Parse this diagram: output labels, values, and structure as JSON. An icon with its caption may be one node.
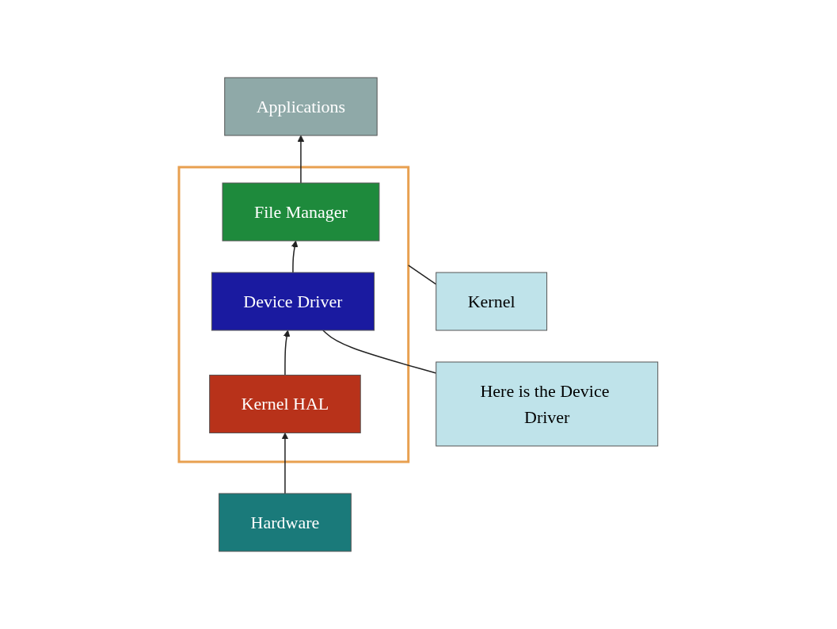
{
  "diagram": {
    "nodes": [
      {
        "text": [
          "Applications"
        ]
      },
      {
        "text": [],
        "shape": "box"
      },
      {
        "text": [
          "File Manager"
        ],
        "in": 1
      },
      {
        "text": [
          "Device Driver"
        ],
        "in": 1
      },
      {
        "text": [
          "Kernel HAL"
        ],
        "in": 1
      },
      {
        "text": [
          "Hardware"
        ]
      },
      {
        "text": [
          "Here is the Device Driver"
        ]
      },
      {
        "text": [
          "Kernel"
        ]
      }
    ],
    "edges": [
      {
        "from": 5,
        "to": 4,
        "arrow": "to"
      },
      {
        "from": 4,
        "to": 3,
        "arrow": "to"
      },
      {
        "from": 3,
        "to": 2,
        "arrow": "to"
      },
      {
        "from": 2,
        "to": 0,
        "arrow": "to"
      },
      {
        "from": 6,
        "to": 3,
        "arrow": "none"
      },
      {
        "from": 7,
        "to": 1,
        "arrow": "none"
      }
    ]
  }
}
